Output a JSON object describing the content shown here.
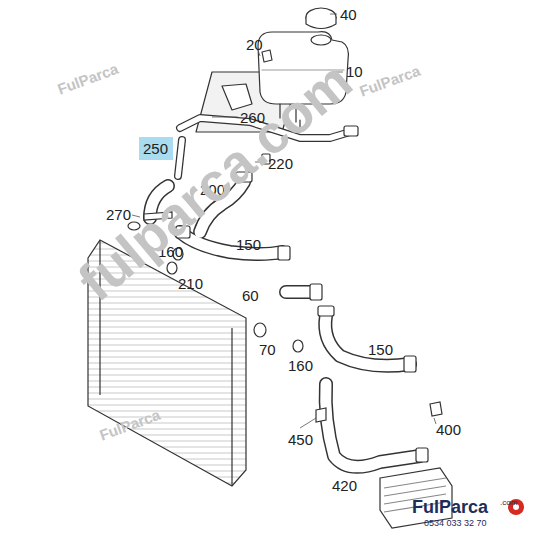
{
  "diagram": {
    "nodes": [
      {
        "text": [
          "250"
        ]
      }
    ],
    "labels": [
      "40",
      "20",
      "10",
      "260",
      "220",
      "200",
      "270",
      "150",
      "160",
      "210",
      "60",
      "70",
      "150",
      "160",
      "450",
      "400",
      "420",
      "FulParca",
      "FulParca",
      "FulParca",
      "fulparca.com",
      "FulParca",
      ".com",
      "0534 033 32 70"
    ]
  }
}
